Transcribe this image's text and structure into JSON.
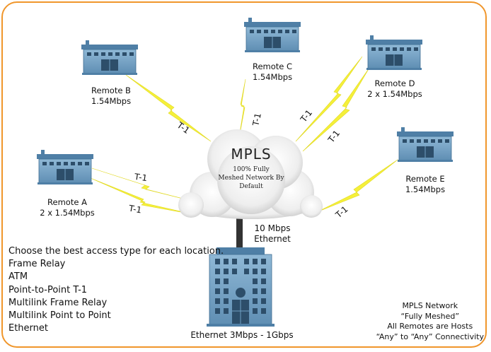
{
  "cloud": {
    "title": "MPLS",
    "subtitle_lines": [
      "100% Fully",
      "Meshed Network By",
      "Default"
    ]
  },
  "remotes": [
    {
      "id": "a",
      "name": "Remote A",
      "speed": "2 x 1.54Mbps"
    },
    {
      "id": "b",
      "name": "Remote B",
      "speed": "1.54Mbps"
    },
    {
      "id": "c",
      "name": "Remote C",
      "speed": "1.54Mbps"
    },
    {
      "id": "d",
      "name": "Remote D",
      "speed": "2 x 1.54Mbps"
    },
    {
      "id": "e",
      "name": "Remote E",
      "speed": "1.54Mbps"
    }
  ],
  "link_label": "T-1",
  "uplink": {
    "line1": "10 Mbps",
    "line2": "Ethernet"
  },
  "hq_label": "Ethernet 3Mbps - 1Gbps",
  "choices": {
    "prompt": "Choose the best access type for each location.",
    "options": [
      "Frame Relay",
      "ATM",
      "Point-to-Point T-1",
      "Multilink Frame Relay",
      "Multilink Point to Point",
      "Ethernet"
    ]
  },
  "legend": {
    "lines": [
      "MPLS Network",
      "“Fully Meshed”",
      "All Remotes are Hosts",
      "“Any” to “Any” Connectivity"
    ]
  },
  "colors": {
    "frame": "#f0962b",
    "bolt": "#f5f03a",
    "building": "#6f9fc1",
    "roof": "#4f7fa6"
  }
}
